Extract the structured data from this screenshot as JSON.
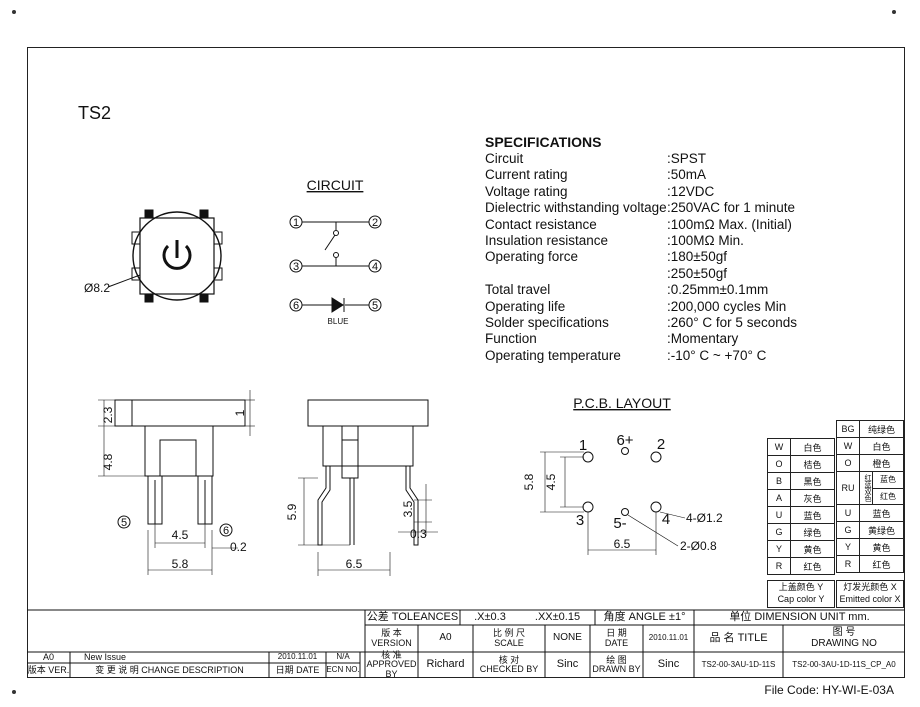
{
  "title": "TS2",
  "file_code": "File Code: HY-WI-E-03A",
  "specifications": {
    "heading": "SPECIFICATIONS",
    "rows": [
      {
        "label": "Circuit",
        "value": ":SPST"
      },
      {
        "label": "Current rating",
        "value": ":50mA"
      },
      {
        "label": "Voltage rating",
        "value": ":12VDC"
      },
      {
        "label": "Dielectric withstanding voltage",
        "value": ":250VAC for 1 minute"
      },
      {
        "label": "Contact resistance",
        "value": ":100mΩ  Max. (Initial)"
      },
      {
        "label": "Insulation resistance",
        "value": ":100MΩ  Min."
      },
      {
        "label": "Operating force",
        "value": ":180±50gf"
      },
      {
        "label": "",
        "value": ":250±50gf"
      },
      {
        "label": "Total travel",
        "value": ":0.25mm±0.1mm"
      },
      {
        "label": "Operating life",
        "value": ":200,000 cycles Min"
      },
      {
        "label": "Solder specifications",
        "value": ":260° C for 5 seconds"
      },
      {
        "label": "Function",
        "value": ":Momentary"
      },
      {
        "label": "Operating temperature",
        "value": ":-10° C ~ +70° C"
      }
    ]
  },
  "circuit": {
    "heading": "CIRCUIT",
    "pins": [
      "1",
      "2",
      "3",
      "4",
      "6",
      "5"
    ],
    "led_label": "BLUE"
  },
  "top_view": {
    "diameter": "Ø8.2"
  },
  "side_view_left": {
    "dims": [
      "2.3",
      "1",
      "4.8",
      "4.5",
      "0.2",
      "5.8"
    ],
    "pins": [
      "5",
      "6"
    ]
  },
  "side_view_right": {
    "dims": [
      "5.9",
      "3.5",
      "0.3",
      "6.5"
    ]
  },
  "pcb_layout": {
    "heading": "P.C.B. LAYOUT",
    "labels": [
      "1",
      "6+",
      "2",
      "3",
      "5-",
      "4"
    ],
    "dims": [
      "5.8",
      "4.5",
      "4-Ø1.2",
      "2-Ø0.8",
      "6.5"
    ]
  },
  "color_table": {
    "cap_rows": [
      {
        "code": "W",
        "name": "白色"
      },
      {
        "code": "O",
        "name": "桔色"
      },
      {
        "code": "B",
        "name": "黑色"
      },
      {
        "code": "A",
        "name": "灰色"
      },
      {
        "code": "U",
        "name": "蓝色"
      },
      {
        "code": "G",
        "name": "绿色"
      },
      {
        "code": "Y",
        "name": "黄色"
      },
      {
        "code": "R",
        "name": "红色"
      }
    ],
    "led_rows": [
      {
        "code": "BG",
        "name": "纯绿色"
      },
      {
        "code": "W",
        "name": "白色"
      },
      {
        "code": "O",
        "name": "橙色"
      },
      {
        "code": "RU",
        "name": "红蓝双色",
        "sub": [
          "蓝色",
          "红色"
        ]
      },
      {
        "code": "U",
        "name": "蓝色"
      },
      {
        "code": "G",
        "name": "黄绿色"
      },
      {
        "code": "Y",
        "name": "黄色"
      },
      {
        "code": "R",
        "name": "红色"
      }
    ],
    "cap_caption_cn": "上盖颜色 Y",
    "cap_caption_en": "Cap color Y",
    "led_caption_cn": "灯发光颜色 X",
    "led_caption_en": "Emitted color X"
  },
  "title_block": {
    "tolerances": "公差 TOLEANCES",
    "tol1": ".X±0.3",
    "tol2": ".XX±0.15",
    "angle": "角度 ANGLE ±1°",
    "unit": "单位  DIMENSION UNIT     mm.",
    "version_label": "版 本\nVERSION",
    "version": "A0",
    "scale_label": "比 例 尺\nSCALE",
    "scale": "NONE",
    "date_label": "日 期\nDATE",
    "date": "2010.11.01",
    "name_label": "品  名    TITLE",
    "drawing_no_label": "图  号\nDRAWING NO",
    "approved_label": "核 准\nAPPROVED BY",
    "approved": "Richard",
    "checked_label": "核 对\nCHECKED BY",
    "checked": "Sinc",
    "drawn_label": "绘 图\nDRAWN BY",
    "drawn": "Sinc",
    "title": "TS2-00-3AU-1D-11S",
    "drawing_no": "TS2-00-3AU-1D-11S_CP_A0",
    "rev_ver": "A0",
    "rev_desc": "New Issue",
    "rev_date": "2010.11.01",
    "rev_ecn": "N/A",
    "hdr_ver": "版本 VER.",
    "hdr_desc": "变 更 说 明   CHANGE DESCRIPTION",
    "hdr_date": "日期 DATE",
    "hdr_ecn": "ECN NO."
  }
}
